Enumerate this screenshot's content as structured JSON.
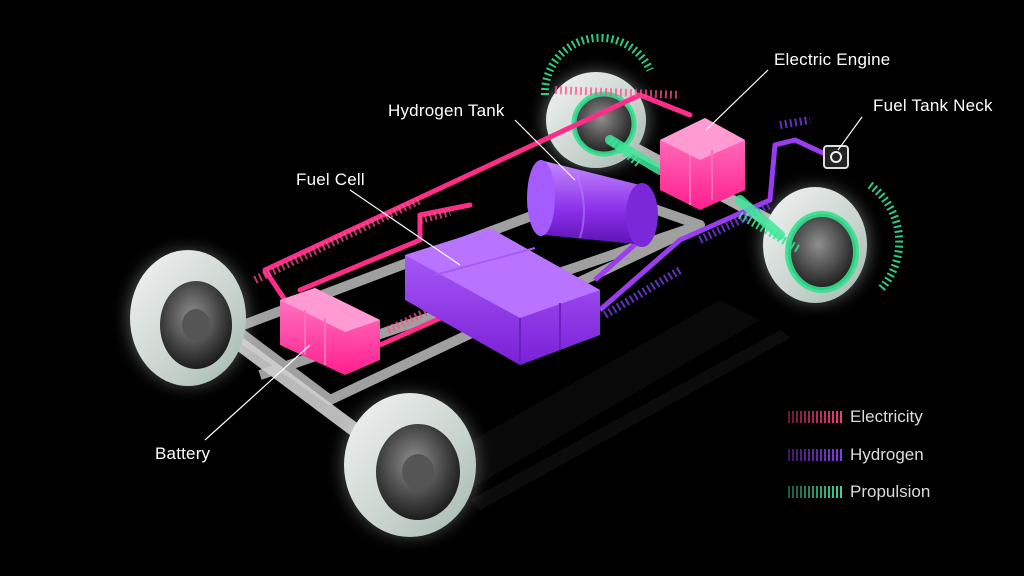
{
  "labels": {
    "electric_engine": "Electric Engine",
    "hydrogen_tank": "Hydrogen Tank",
    "fuel_tank_neck": "Fuel Tank Neck",
    "fuel_cell": "Fuel Cell",
    "battery": "Battery"
  },
  "legend": [
    {
      "label": "Electricity",
      "color": "#ff3b7f"
    },
    {
      "label": "Hydrogen",
      "color": "#8a3cf0"
    },
    {
      "label": "Propulsion",
      "color": "#3ddc9a"
    }
  ],
  "colors": {
    "background": "#000000",
    "electricity": "#ff2d8a",
    "hydrogen": "#9b3cf0",
    "propulsion": "#34e08f",
    "chassis": "#cfcfcf",
    "tire": "#dfe7e3"
  }
}
